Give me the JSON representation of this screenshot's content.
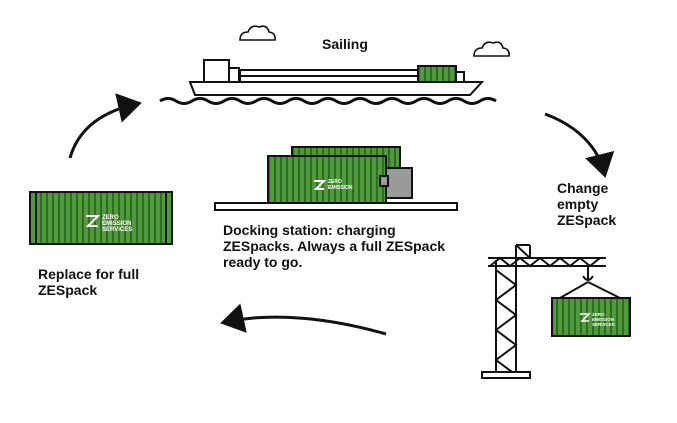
{
  "labels": {
    "sailing": "Sailing",
    "change_line1": "Change",
    "change_line2": "empty",
    "change_line3": "ZESpack",
    "docking": "Docking station: charging ZESpacks. Always a full ZESpack ready to go.",
    "replace": "Replace for full ZESpack"
  },
  "container_logo": {
    "line1": "ZERO",
    "line2": "EMISSION",
    "line3": "SERVICES"
  },
  "colors": {
    "container_green": "#4f9a3a",
    "container_dark": "#2f6b22",
    "outline": "#111111",
    "background": "#ffffff"
  },
  "icons": [
    "cloud-icon",
    "ship-icon",
    "crane-icon",
    "container-icon",
    "docking-station-icon",
    "cycle-arrow-icon"
  ]
}
